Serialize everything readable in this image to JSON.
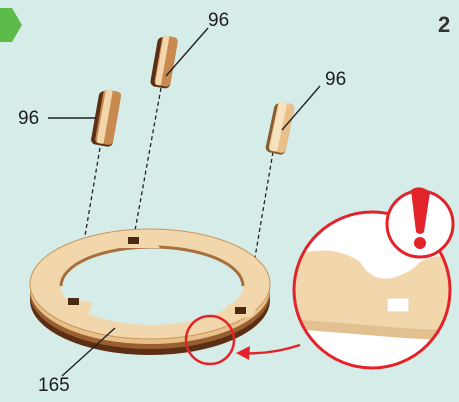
{
  "colors": {
    "background": "#d6ece9",
    "wood_light": "#f2d7ac",
    "wood_mid": "#d7a86c",
    "wood_edge": "#9a5f30",
    "wood_dark": "#5a2f14",
    "callout_red": "#e2232a",
    "marker_green": "#5dbb4a"
  },
  "step": {
    "next_number": "2"
  },
  "labels": {
    "part_top": "96",
    "part_left": "96",
    "part_right": "96",
    "ring": "165"
  },
  "callout": {
    "icon": "exclamation-warning-icon"
  }
}
